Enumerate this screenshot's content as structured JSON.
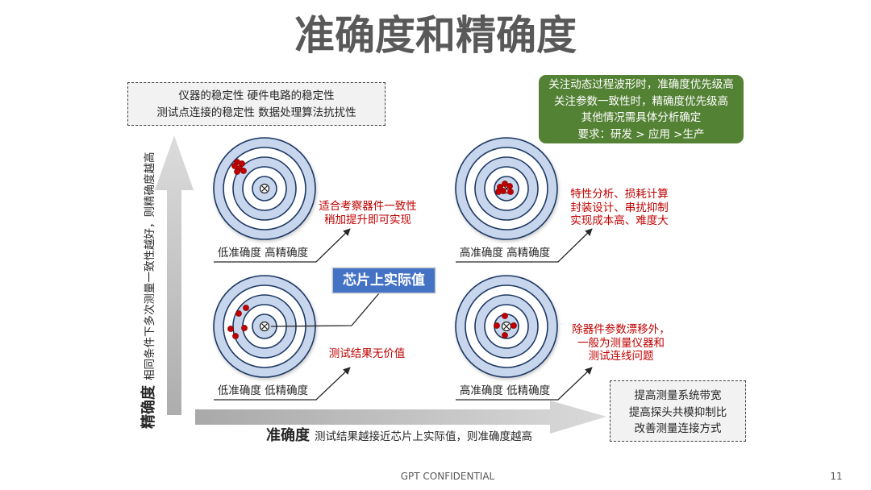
{
  "slide": {
    "title": "准确度和精确度",
    "footer_text": "GPT CONFIDENTIAL",
    "page_number": "11"
  },
  "stability_box": {
    "lines": [
      "仪器的稳定性 硬件电路的稳定性",
      "测试点连接的稳定性 数据处理算法抗扰性"
    ]
  },
  "priority_box": {
    "lines": [
      "关注动态过程波形时，准确度优先级高",
      "关注参数一致性时，精确度优先级高",
      "其他情况需具体分析确定",
      "要求：研发 > 应用 >生产"
    ]
  },
  "improvement_box": {
    "lines": [
      "提高测量系统带宽",
      "提高探头共模抑制比",
      "改善测量连接方式"
    ]
  },
  "y_axis": {
    "title": "精确度",
    "description": "相同条件下多次测量一致性越好，则精确度越高"
  },
  "x_axis": {
    "title": "准确度",
    "description": "测试结果越接近芯片上实际值，则准确度越高"
  },
  "true_value_label": "芯片上实际值",
  "targets": [
    {
      "label": "低准确度 高精确度",
      "note_lines": [
        "适合考察器件一致性",
        "稍加提升即可实现"
      ]
    },
    {
      "label": "高准确度 高精确度",
      "note_lines": [
        "特性分析、损耗计算",
        "封装设计、串扰抑制",
        "实现成本高、难度大"
      ]
    },
    {
      "label": "低准确度 低精确度",
      "note_lines": [
        "测试结果无价值"
      ]
    },
    {
      "label": "高准确度 低精确度",
      "note_lines": [
        "除器件参数漂移外，",
        "一般为测量仪器和",
        "测试连线问题"
      ]
    }
  ],
  "colors": {
    "title": "#595959",
    "priority_box_bg": "#548235",
    "note_text": "#c00000",
    "true_value_bg": "#4472c4",
    "target_ring_blue": "#c7d6ec",
    "target_ring_white": "#ffffff",
    "target_stroke": "#1f3864",
    "hit_dot": "#c00000",
    "line": "#262626"
  }
}
